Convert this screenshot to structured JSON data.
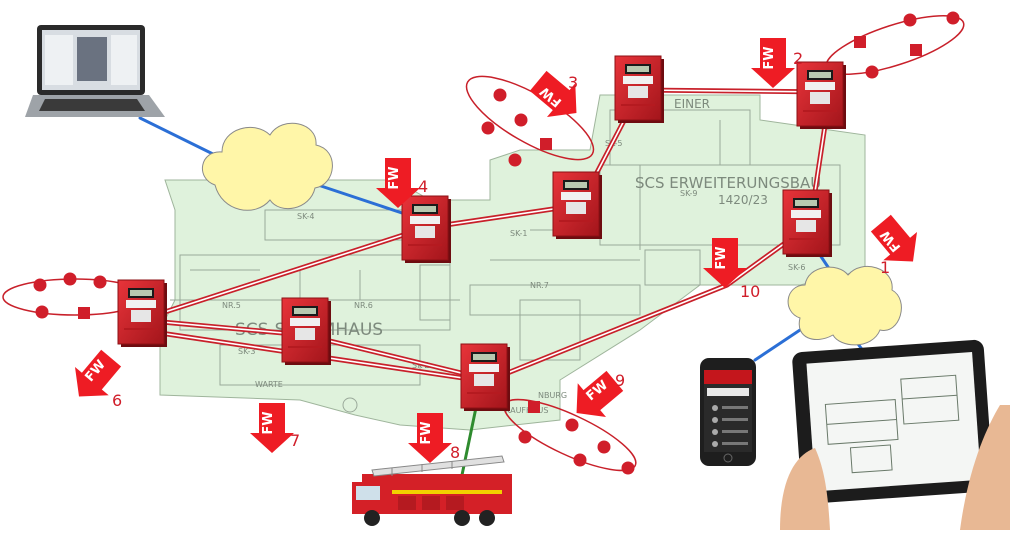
{
  "floorplan": {
    "building_main": "SCS-STAMMHAUS",
    "building_ext": "SCS ERWEITERUNGSBAU",
    "building_ext_number": "1420/23",
    "building_ext_partial": "EINER",
    "room_labels": [
      "SK-1",
      "SK-2",
      "SK-3",
      "SK-4",
      "SK-5",
      "SK-6",
      "SK-9",
      "NR.5",
      "NR.6",
      "NR.7",
      "WARTE",
      "KAUFHAUS",
      "NBURG"
    ]
  },
  "fw_label": "FW",
  "markers": [
    {
      "id": "1",
      "label": "1"
    },
    {
      "id": "2",
      "label": "2"
    },
    {
      "id": "3",
      "label": "3"
    },
    {
      "id": "4",
      "label": "4"
    },
    {
      "id": "6",
      "label": "6"
    },
    {
      "id": "7",
      "label": "7"
    },
    {
      "id": "8",
      "label": "8"
    },
    {
      "id": "9",
      "label": "9"
    },
    {
      "id": "10",
      "label": "10"
    }
  ],
  "colors": {
    "panel": "#d42027",
    "loop": "#c8202a",
    "network_link": "#2b6fd6",
    "fire_link": "#2e8b2e",
    "cloud": "#fff6a8",
    "floorplan": "#dff2dc"
  }
}
